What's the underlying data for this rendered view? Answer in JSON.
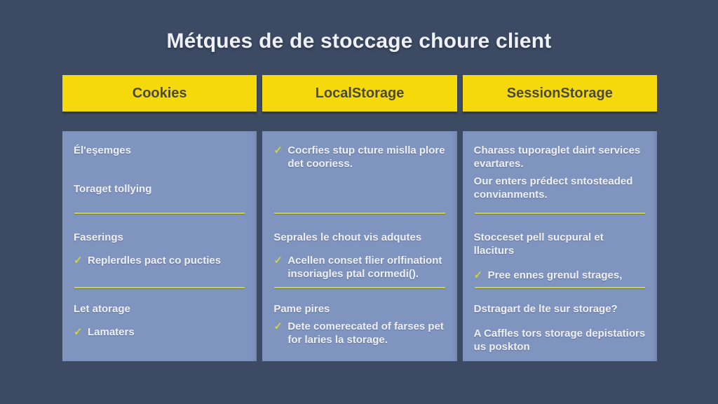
{
  "title": "Métques de de stoccage choure client",
  "check_glyph": "✓",
  "colors": {
    "background": "#3c4a63",
    "header_bg": "#f6d90b",
    "header_text": "#4b4a36",
    "panel_bg": "#8094c0",
    "panel_text": "#edf0f6",
    "divider": "#ccd23c",
    "check": "#c9d53a"
  },
  "columns": [
    {
      "header": "Cookies",
      "sections": [
        {
          "items": [
            {
              "text": "Él'eşemges",
              "check": false
            },
            {
              "text": "Toraget tollying",
              "check": false
            }
          ]
        },
        {
          "items": [
            {
              "text": "Faserings",
              "check": false
            },
            {
              "text": "Replerdles pact co pucties",
              "check": true
            }
          ]
        },
        {
          "items": [
            {
              "text": "Let atorage",
              "check": false
            },
            {
              "text": "Lamaters",
              "check": true
            }
          ]
        }
      ]
    },
    {
      "header": "LocalStorage",
      "sections": [
        {
          "items": [
            {
              "text": "Cocrfies stup cture mislla plore det cooriess.",
              "check": true
            }
          ]
        },
        {
          "items": [
            {
              "text": "Seprales le chout vis adqutes",
              "check": false
            },
            {
              "text": "Acellen conset flier orlfinationt insoriagles ptal cormedi().",
              "check": true
            }
          ]
        },
        {
          "items": [
            {
              "text": "Pame pires",
              "check": false
            },
            {
              "text": "Dete comerecated of farses pet for laries la storage.",
              "check": true
            }
          ]
        }
      ]
    },
    {
      "header": "SessionStorage",
      "sections": [
        {
          "items": [
            {
              "text": "Charass tuporaglet dairt services evartares.",
              "check": false
            },
            {
              "text": "Our enters prédect sntosteaded convianments.",
              "check": false
            }
          ]
        },
        {
          "items": [
            {
              "text": "Stocceset pell sucpural et llaciturs",
              "check": false
            },
            {
              "text": "Pree ennes grenul strages,",
              "check": true
            }
          ]
        },
        {
          "items": [
            {
              "text": "Dstragart de lte sur storage?",
              "check": false
            },
            {
              "text": "A Caffles tors storage depistatiors us poskton",
              "check": false
            }
          ]
        }
      ]
    }
  ]
}
